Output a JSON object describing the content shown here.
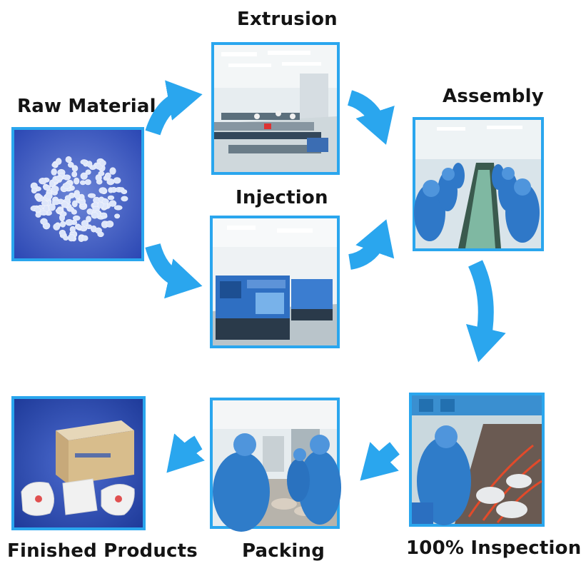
{
  "steps": {
    "raw_material": "Raw  Material",
    "extrusion": "Extrusion",
    "injection": "Injection",
    "assembly": "Assembly",
    "inspection": "100% Inspection",
    "packing": "Packing",
    "finished_products": "Finished Products"
  },
  "colors": {
    "arrow": "#2aa6ee",
    "frame": "#2aa6ee",
    "label": "#141414"
  },
  "icons": [
    "curved-arrow-icon"
  ]
}
